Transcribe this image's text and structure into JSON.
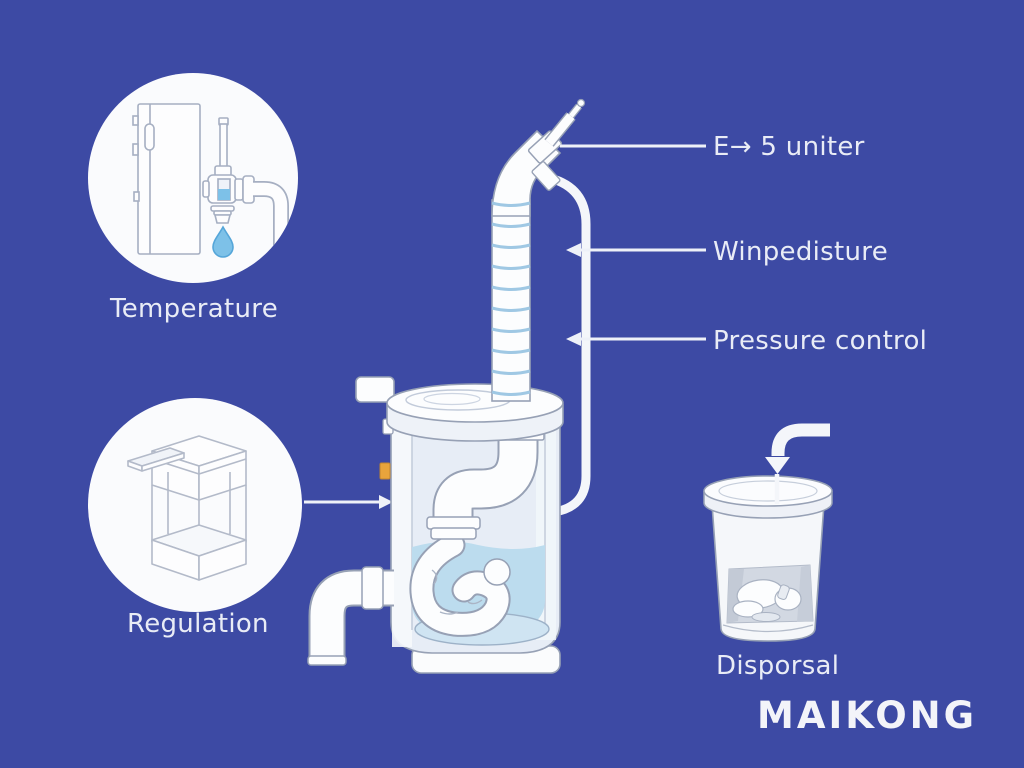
{
  "features": {
    "temperature": {
      "label": "Temperature",
      "icon": "water-heater-faucet-icon"
    },
    "regulation": {
      "label": "Regulation",
      "icon": "machine-cart-icon"
    },
    "disposal": {
      "label": "Disporsal",
      "icon": "disposal-bucket-icon"
    }
  },
  "callouts": {
    "nozzle": {
      "label": "E→ 5 uniter"
    },
    "water_tube": {
      "label": "Winpedisture"
    },
    "pressure": {
      "label": "Pressure control"
    }
  },
  "brand": {
    "name": "MAIKONG"
  },
  "colors": {
    "background": "#3d4aa4",
    "circle_fill": "#fafbfd",
    "label_text": "#e9ecf6",
    "water_accent": "#7dc1e8",
    "tank_water": "#bcdcee",
    "valve_orange": "#e8a43c",
    "line_art_stroke": "#97a1b5"
  }
}
